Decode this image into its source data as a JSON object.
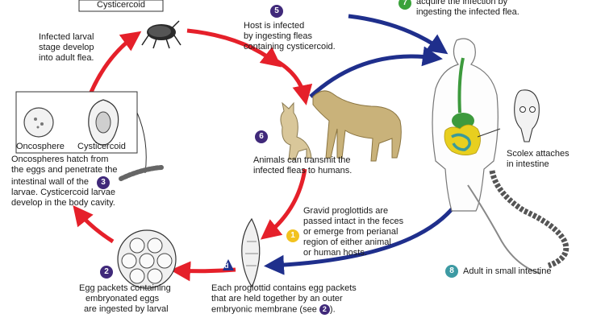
{
  "colors": {
    "red_arrow": "#e5202a",
    "blue_arrow": "#1f2f8c",
    "badge_purple": "#40297a",
    "badge_teal": "#3d9aa3",
    "badge_yellow": "#f2c21f",
    "badge_green": "#3aa23a",
    "intestine_green": "#3d9a3d",
    "intestine_yellow": "#e8cf1f",
    "intestine_teal": "#3a9a9a"
  },
  "top_box_label": "Cysticercoid",
  "steps": {
    "s1": {
      "num": "1",
      "lines": [
        "Gravid proglottids are",
        "passed intact in the feces",
        "or emerge from perianal",
        "region of either animal",
        "or human hosts."
      ]
    },
    "s2": {
      "num": "2",
      "lines": [
        "Egg packets containing",
        "embryonated eggs",
        "are ingested by larval"
      ]
    },
    "s3": {
      "num": "3",
      "lines": [
        "Oncospheres hatch from",
        "the eggs and penetrate the",
        "intestinal wall of the",
        "larvae. Cysticercoid larvae",
        "develop in the body cavity."
      ]
    },
    "s4": {
      "lines": [
        "Infected larval",
        "stage develop",
        "into adult flea."
      ]
    },
    "s5": {
      "num": "5",
      "lines": [
        "Host is infected",
        "by ingesting fleas",
        "containing cysticercoid."
      ]
    },
    "s6": {
      "num": "6",
      "lines": [
        "Animals can transmit the",
        "infected fleas to humans."
      ]
    },
    "s7": {
      "num": "7",
      "lines": [
        "acquire the infection by",
        "ingesting the infected flea."
      ]
    },
    "s8": {
      "num": "8",
      "lines": [
        "Adult in small intestine"
      ]
    },
    "d": {
      "num": "d",
      "lines": [
        "Each proglottid contains egg packets",
        "that are held together by an outer",
        "embryonic membrane (see"
      ],
      "ref": "2",
      "tail": ")."
    }
  },
  "box_labels": {
    "oncosphere": "Oncosphere",
    "cysticercoid": "Cysticercoid"
  },
  "scolex_label": [
    "Scolex attaches",
    "in intestine"
  ]
}
